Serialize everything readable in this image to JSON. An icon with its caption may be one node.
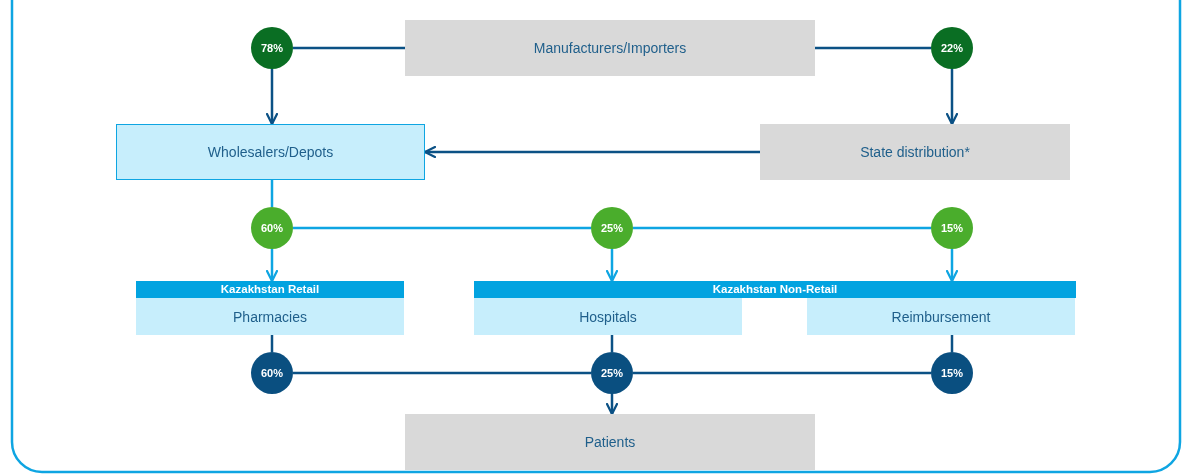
{
  "diagram": {
    "nodes": [
      {
        "text": [
          "Manufacturers/Importers"
        ]
      },
      {
        "text": [
          "78%"
        ]
      },
      {
        "text": [
          "22%"
        ]
      },
      {
        "text": [
          "Wholesalers/Depots"
        ]
      },
      {
        "text": [
          "State distribution*"
        ]
      },
      {
        "text": [
          "60%"
        ]
      },
      {
        "text": [
          "25%"
        ]
      },
      {
        "text": [
          "15%"
        ]
      },
      {
        "text": [
          "Kazakhstan Retail"
        ]
      },
      {
        "text": [
          "Pharmacies"
        ]
      },
      {
        "text": [
          "Kazakhstan Non-Retail"
        ]
      },
      {
        "text": [
          "Hospitals"
        ]
      },
      {
        "text": [
          "Reimbursement"
        ]
      },
      {
        "text": [
          "60%"
        ]
      },
      {
        "text": [
          "25%"
        ]
      },
      {
        "text": [
          "15%"
        ]
      },
      {
        "text": [
          "Patients"
        ]
      }
    ],
    "edges": [
      {
        "from": 0,
        "to": 1,
        "arrow": "none"
      },
      {
        "from": 1,
        "to": 3,
        "arrow": "to"
      },
      {
        "from": 0,
        "to": 2,
        "arrow": "none"
      },
      {
        "from": 2,
        "to": 4,
        "arrow": "to"
      },
      {
        "from": 4,
        "to": 3,
        "arrow": "to"
      },
      {
        "from": 3,
        "to": 5,
        "arrow": "none",
        "color": "#0ea5e2"
      },
      {
        "from": 5,
        "to": 6,
        "arrow": "none",
        "color": "#0ea5e2"
      },
      {
        "from": 6,
        "to": 7,
        "arrow": "none",
        "color": "#0ea5e2"
      },
      {
        "from": 5,
        "to": 8,
        "arrow": "to",
        "color": "#0ea5e2"
      },
      {
        "from": 6,
        "to": 10,
        "arrow": "to",
        "color": "#0ea5e2"
      },
      {
        "from": 7,
        "to": 10,
        "arrow": "to",
        "color": "#0ea5e2"
      },
      {
        "from": 9,
        "to": 13,
        "arrow": "none"
      },
      {
        "from": 11,
        "to": 14,
        "arrow": "none"
      },
      {
        "from": 12,
        "to": 15,
        "arrow": "none"
      },
      {
        "from": 13,
        "to": 14,
        "arrow": "none"
      },
      {
        "from": 15,
        "to": 14,
        "arrow": "none"
      },
      {
        "from": 14,
        "to": 16,
        "arrow": "to"
      }
    ]
  }
}
